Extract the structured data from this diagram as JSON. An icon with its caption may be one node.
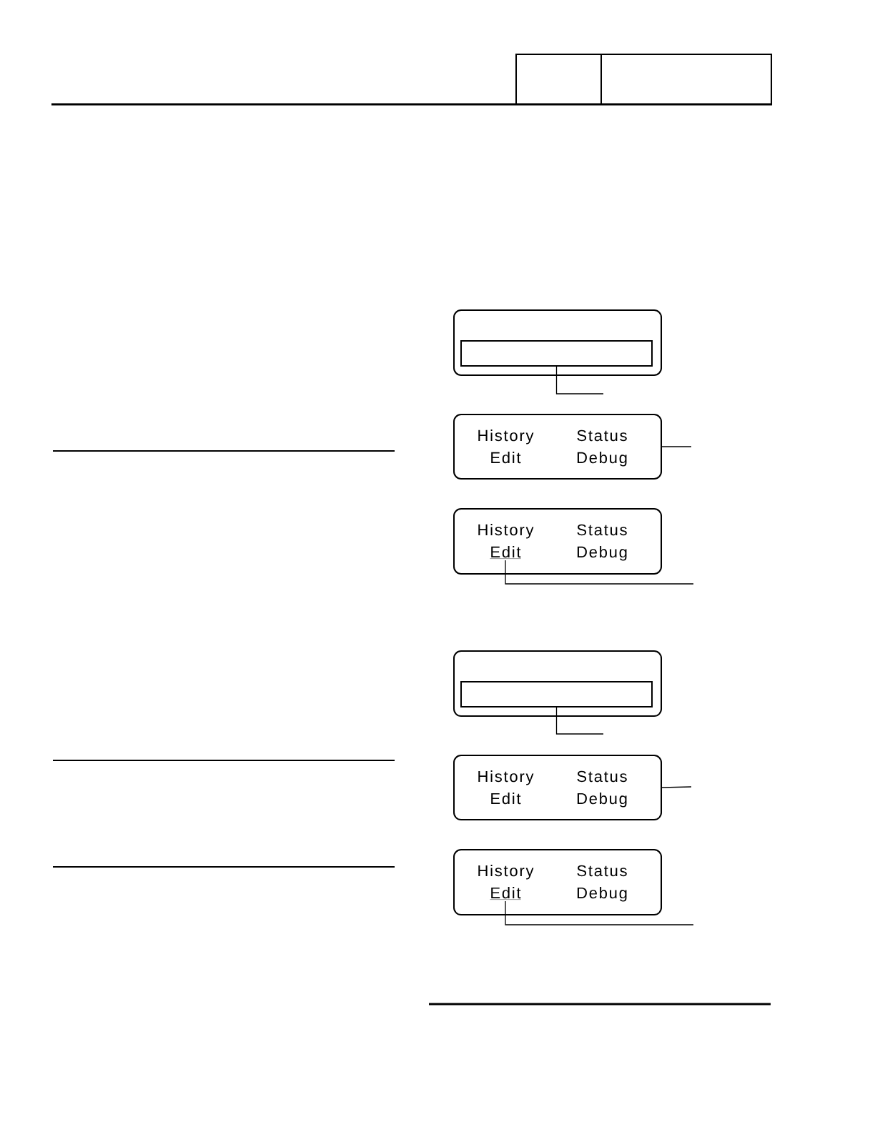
{
  "diagram": {
    "nodes": [
      {
        "text": [],
        "shape": "box"
      },
      {
        "text": [],
        "shape": "box",
        "in": 0
      },
      {
        "text": [
          "History",
          "Status",
          "Edit",
          "Debug"
        ]
      },
      {
        "text": [
          "History",
          "Status",
          "Debug"
        ]
      },
      {
        "text": [
          "Edit"
        ],
        "in": 3
      },
      {
        "text": [],
        "shape": "box"
      },
      {
        "text": [],
        "shape": "box",
        "in": 5
      },
      {
        "text": [
          "History",
          "Status",
          "Edit",
          "Debug"
        ]
      },
      {
        "text": [
          "History",
          "Status",
          "Debug"
        ]
      },
      {
        "text": [
          "Edit"
        ],
        "in": 8
      }
    ],
    "edges": [
      {
        "from": null,
        "to": 1,
        "arrow": "none"
      },
      {
        "from": null,
        "to": 2,
        "arrow": "none"
      },
      {
        "from": null,
        "to": 4,
        "arrow": "none"
      },
      {
        "from": null,
        "to": 6,
        "arrow": "none"
      },
      {
        "from": null,
        "to": 7,
        "arrow": "none"
      },
      {
        "from": null,
        "to": 9,
        "arrow": "none"
      }
    ]
  }
}
